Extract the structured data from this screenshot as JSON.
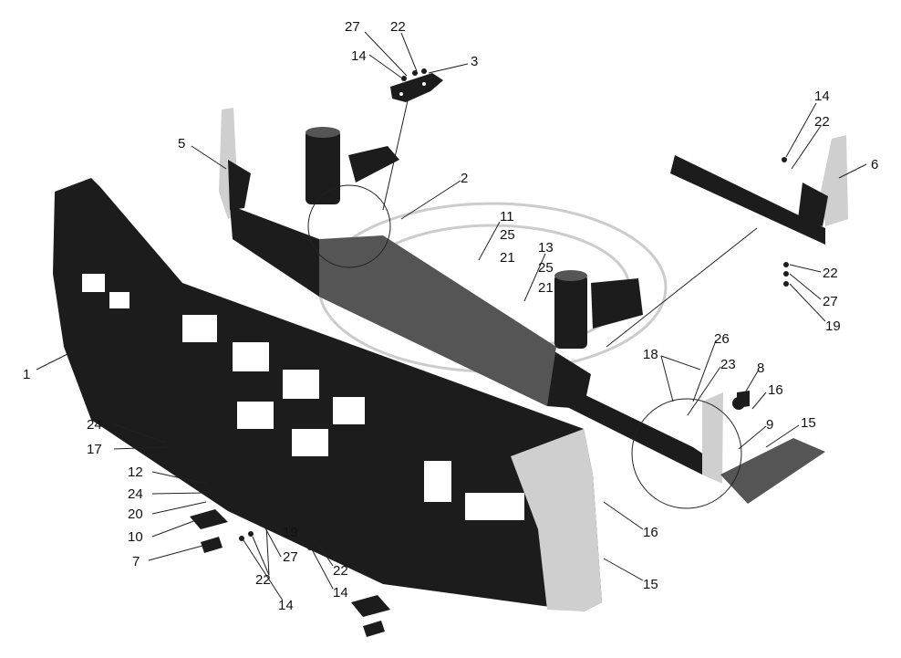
{
  "diagram": {
    "callouts": [
      {
        "id": "c27a",
        "text": "27"
      },
      {
        "id": "c22a",
        "text": "22"
      },
      {
        "id": "c14a",
        "text": "14"
      },
      {
        "id": "c3",
        "text": "3"
      },
      {
        "id": "c5",
        "text": "5"
      },
      {
        "id": "c2",
        "text": "2"
      },
      {
        "id": "c11",
        "text": "11"
      },
      {
        "id": "c25a",
        "text": "25"
      },
      {
        "id": "c21a",
        "text": "21"
      },
      {
        "id": "c13",
        "text": "13"
      },
      {
        "id": "c25b",
        "text": "25"
      },
      {
        "id": "c21b",
        "text": "21"
      },
      {
        "id": "c14b",
        "text": "14"
      },
      {
        "id": "c22b",
        "text": "22"
      },
      {
        "id": "c6",
        "text": "6"
      },
      {
        "id": "c22c",
        "text": "22"
      },
      {
        "id": "c27b",
        "text": "27"
      },
      {
        "id": "c19a",
        "text": "19"
      },
      {
        "id": "c26",
        "text": "26"
      },
      {
        "id": "c18",
        "text": "18"
      },
      {
        "id": "c23",
        "text": "23"
      },
      {
        "id": "c8",
        "text": "8"
      },
      {
        "id": "c16a",
        "text": "16"
      },
      {
        "id": "c9",
        "text": "9"
      },
      {
        "id": "c15a",
        "text": "15"
      },
      {
        "id": "c1",
        "text": "1"
      },
      {
        "id": "c24a",
        "text": "24"
      },
      {
        "id": "c17",
        "text": "17"
      },
      {
        "id": "c12",
        "text": "12"
      },
      {
        "id": "c24b",
        "text": "24"
      },
      {
        "id": "c20",
        "text": "20"
      },
      {
        "id": "c10",
        "text": "10"
      },
      {
        "id": "c7",
        "text": "7"
      },
      {
        "id": "c19b",
        "text": "19"
      },
      {
        "id": "c27c",
        "text": "27"
      },
      {
        "id": "c22d",
        "text": "22"
      },
      {
        "id": "c14c",
        "text": "14"
      },
      {
        "id": "c22e",
        "text": "22"
      },
      {
        "id": "c14d",
        "text": "14"
      },
      {
        "id": "c16b",
        "text": "16"
      },
      {
        "id": "c15b",
        "text": "15"
      }
    ],
    "parts": [
      {
        "name": "bumper"
      },
      {
        "name": "bumper-beam"
      },
      {
        "name": "mounting-bracket"
      },
      {
        "name": "left-side-bracket"
      },
      {
        "name": "right-side-bracket"
      },
      {
        "name": "foot-step"
      },
      {
        "name": "step-pad"
      },
      {
        "name": "towing-pin"
      }
    ]
  }
}
